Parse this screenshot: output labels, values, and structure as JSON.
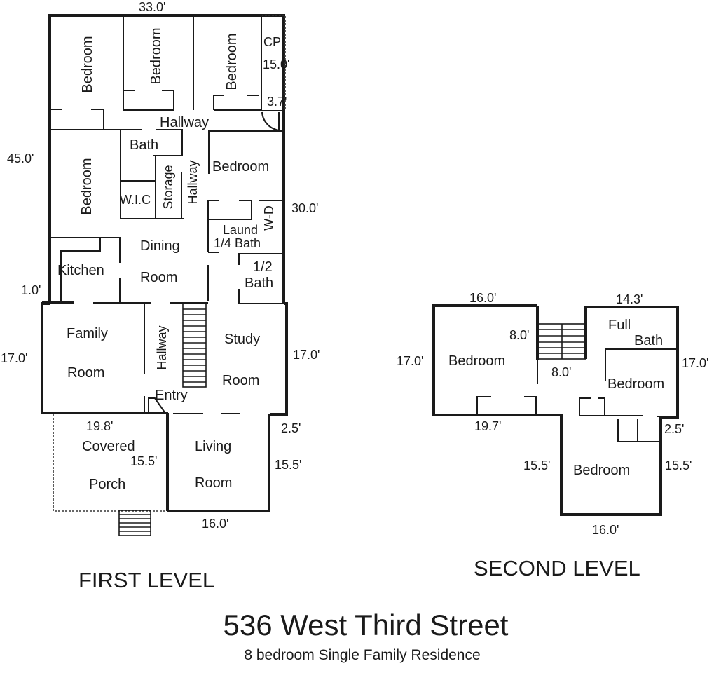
{
  "title": "536 West Third Street",
  "subtitle": "8 bedroom Single Family Residence",
  "first_level": {
    "label": "FIRST LEVEL",
    "rooms": {
      "bedroom_1": "Bedroom",
      "bedroom_2": "Bedroom",
      "bedroom_3": "Bedroom",
      "cp": "CP",
      "hallway_top": "Hallway",
      "bath": "Bath",
      "bedroom_4": "Bedroom",
      "wic": "W.I.C",
      "storage": "Storage",
      "hallway_mid": "Hallway",
      "bedroom_5": "Bedroom",
      "laund": "Laund",
      "wd": "W-D",
      "quarter_bath": "1/4 Bath",
      "dining_1": "Dining",
      "dining_2": "Room",
      "kitchen": "Kitchen",
      "half_bath_1": "1/2",
      "half_bath_2": "Bath",
      "family_1": "Family",
      "family_2": "Room",
      "hallway_low": "Hallway",
      "study_1": "Study",
      "study_2": "Room",
      "entry": "Entry",
      "porch_1": "Covered",
      "porch_2": "Porch",
      "living_1": "Living",
      "living_2": "Room"
    },
    "dimensions": {
      "top_width": "33.0'",
      "cp_length": "15.0'",
      "cp_width": "3.7'",
      "left_depth": "45.0'",
      "right_depth": "30.0'",
      "offset": "1.0'",
      "family_depth": "17.0'",
      "study_depth": "17.0'",
      "porch_width": "19.8'",
      "porch_depth": "15.5'",
      "living_offset": "2.5'",
      "living_depth": "15.5'",
      "living_width": "16.0'"
    }
  },
  "second_level": {
    "label": "SECOND LEVEL",
    "rooms": {
      "bedroom_left": "Bedroom",
      "full_bath_1": "Full",
      "full_bath_2": "Bath",
      "bedroom_right": "Bedroom",
      "bedroom_bottom": "Bedroom"
    },
    "dimensions": {
      "top_left_width": "16.0'",
      "top_right_width": "14.3'",
      "left_depth": "17.0'",
      "right_depth": "17.0'",
      "stair_height": "8.0'",
      "stair_width": "8.0'",
      "bottom_left_width": "19.7'",
      "offset": "2.5'",
      "bottom_left_depth": "15.5'",
      "bottom_right_depth": "15.5'",
      "bottom_width": "16.0'"
    }
  }
}
